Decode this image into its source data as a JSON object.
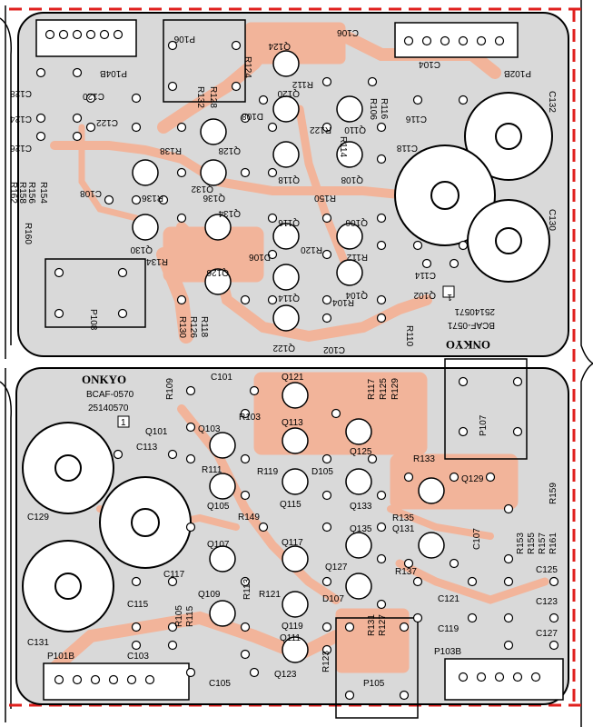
{
  "colors": {
    "board": "#d9d9d9",
    "trace": "#f2b49a",
    "ink": "#000000",
    "cut_line": "#e0201e"
  },
  "upper_board": {
    "brand": "ONKYO",
    "model": "BCAF-0571",
    "part_no": "25140571",
    "pin_mark": "1",
    "labels": [
      {
        "id": "P106",
        "text": "P106"
      },
      {
        "id": "R124",
        "text": "R124"
      },
      {
        "id": "Q124",
        "text": "Q124"
      },
      {
        "id": "C106",
        "text": "C106"
      },
      {
        "id": "C104",
        "text": "C104"
      },
      {
        "id": "P102B",
        "text": "P102B"
      },
      {
        "id": "P104B",
        "text": "P104B"
      },
      {
        "id": "C128",
        "text": "C128"
      },
      {
        "id": "C120",
        "text": "C120"
      },
      {
        "id": "R132",
        "text": "R132"
      },
      {
        "id": "R128",
        "text": "R128"
      },
      {
        "id": "R112t",
        "text": "R112"
      },
      {
        "id": "Q120",
        "text": "Q120"
      },
      {
        "id": "R106",
        "text": "R106"
      },
      {
        "id": "R116",
        "text": "R116"
      },
      {
        "id": "C132",
        "text": "C132"
      },
      {
        "id": "C124",
        "text": "C124"
      },
      {
        "id": "C122",
        "text": "C122"
      },
      {
        "id": "D108",
        "text": "D108"
      },
      {
        "id": "R122",
        "text": "R122"
      },
      {
        "id": "Q110",
        "text": "Q110"
      },
      {
        "id": "C116",
        "text": "C116"
      },
      {
        "id": "C126",
        "text": "C126"
      },
      {
        "id": "R138",
        "text": "R138"
      },
      {
        "id": "Q128",
        "text": "Q128"
      },
      {
        "id": "R114",
        "text": "R114"
      },
      {
        "id": "C118",
        "text": "C118"
      },
      {
        "id": "Q118",
        "text": "Q118"
      },
      {
        "id": "Q108",
        "text": "Q108"
      },
      {
        "id": "R154",
        "text": "R154"
      },
      {
        "id": "R156",
        "text": "R156"
      },
      {
        "id": "R158",
        "text": "R158"
      },
      {
        "id": "R162",
        "text": "R162"
      },
      {
        "id": "C108",
        "text": "C108"
      },
      {
        "id": "R136",
        "text": "R136"
      },
      {
        "id": "Q132",
        "text": "Q132"
      },
      {
        "id": "Q136",
        "text": "Q136"
      },
      {
        "id": "R150",
        "text": "R150"
      },
      {
        "id": "C130",
        "text": "C130"
      },
      {
        "id": "R160",
        "text": "R160"
      },
      {
        "id": "Q134",
        "text": "Q134"
      },
      {
        "id": "Q116",
        "text": "Q116"
      },
      {
        "id": "Q106",
        "text": "Q106"
      },
      {
        "id": "Q130",
        "text": "Q130"
      },
      {
        "id": "R134",
        "text": "R134"
      },
      {
        "id": "D106",
        "text": "D106"
      },
      {
        "id": "R120",
        "text": "R120"
      },
      {
        "id": "R112",
        "text": "R112"
      },
      {
        "id": "C114",
        "text": "C114"
      },
      {
        "id": "Q126",
        "text": "Q126"
      },
      {
        "id": "P108",
        "text": "P108"
      },
      {
        "id": "Q114",
        "text": "Q114"
      },
      {
        "id": "Q104",
        "text": "Q104"
      },
      {
        "id": "Q102",
        "text": "Q102"
      },
      {
        "id": "R104",
        "text": "R104"
      },
      {
        "id": "R118",
        "text": "R118"
      },
      {
        "id": "R126",
        "text": "R126"
      },
      {
        "id": "R130",
        "text": "R130"
      },
      {
        "id": "R110",
        "text": "R110"
      },
      {
        "id": "Q122",
        "text": "Q122"
      },
      {
        "id": "C102",
        "text": "C102"
      }
    ]
  },
  "lower_board": {
    "brand": "ONKYO",
    "model": "BCAF-0570",
    "part_no": "25140570",
    "pin_mark": "1",
    "labels": [
      {
        "id": "R109",
        "text": "R109"
      },
      {
        "id": "C101",
        "text": "C101"
      },
      {
        "id": "Q121",
        "text": "Q121"
      },
      {
        "id": "R117",
        "text": "R117"
      },
      {
        "id": "R125",
        "text": "R125"
      },
      {
        "id": "R129",
        "text": "R129"
      },
      {
        "id": "R103",
        "text": "R103"
      },
      {
        "id": "Q101",
        "text": "Q101"
      },
      {
        "id": "Q103",
        "text": "Q103"
      },
      {
        "id": "Q113",
        "text": "Q113"
      },
      {
        "id": "C113",
        "text": "C113"
      },
      {
        "id": "Q125",
        "text": "Q125"
      },
      {
        "id": "P107",
        "text": "P107"
      },
      {
        "id": "R111",
        "text": "R111"
      },
      {
        "id": "R119",
        "text": "R119"
      },
      {
        "id": "D105",
        "text": "D105"
      },
      {
        "id": "R133",
        "text": "R133"
      },
      {
        "id": "Q129",
        "text": "Q129"
      },
      {
        "id": "Q105",
        "text": "Q105"
      },
      {
        "id": "Q115",
        "text": "Q115"
      },
      {
        "id": "Q133",
        "text": "Q133"
      },
      {
        "id": "R159",
        "text": "R159"
      },
      {
        "id": "C129",
        "text": "C129"
      },
      {
        "id": "R149",
        "text": "R149"
      },
      {
        "id": "R135",
        "text": "R135"
      },
      {
        "id": "Q131",
        "text": "Q131"
      },
      {
        "id": "C107",
        "text": "C107"
      },
      {
        "id": "Q135",
        "text": "Q135"
      },
      {
        "id": "R153",
        "text": "R153"
      },
      {
        "id": "R155",
        "text": "R155"
      },
      {
        "id": "R157",
        "text": "R157"
      },
      {
        "id": "R161",
        "text": "R161"
      },
      {
        "id": "Q107",
        "text": "Q107"
      },
      {
        "id": "Q117",
        "text": "Q117"
      },
      {
        "id": "C117",
        "text": "C117"
      },
      {
        "id": "Q127",
        "text": "Q127"
      },
      {
        "id": "R137",
        "text": "R137"
      },
      {
        "id": "C125",
        "text": "C125"
      },
      {
        "id": "C115",
        "text": "C115"
      },
      {
        "id": "Q109",
        "text": "Q109"
      },
      {
        "id": "R113",
        "text": "R113"
      },
      {
        "id": "R121",
        "text": "R121"
      },
      {
        "id": "D107",
        "text": "D107"
      },
      {
        "id": "C121",
        "text": "C121"
      },
      {
        "id": "C123",
        "text": "C123"
      },
      {
        "id": "C131",
        "text": "C131"
      },
      {
        "id": "R105",
        "text": "R105"
      },
      {
        "id": "R115",
        "text": "R115"
      },
      {
        "id": "Q119",
        "text": "Q119"
      },
      {
        "id": "R131",
        "text": "R131"
      },
      {
        "id": "R127",
        "text": "R127"
      },
      {
        "id": "C119",
        "text": "C119"
      },
      {
        "id": "C127",
        "text": "C127"
      },
      {
        "id": "C103",
        "text": "C103"
      },
      {
        "id": "Q111",
        "text": "Q111"
      },
      {
        "id": "P101B",
        "text": "P101B"
      },
      {
        "id": "R123",
        "text": "R123"
      },
      {
        "id": "Q123",
        "text": "Q123"
      },
      {
        "id": "P103B",
        "text": "P103B"
      },
      {
        "id": "C105",
        "text": "C105"
      },
      {
        "id": "P105",
        "text": "P105"
      }
    ]
  }
}
